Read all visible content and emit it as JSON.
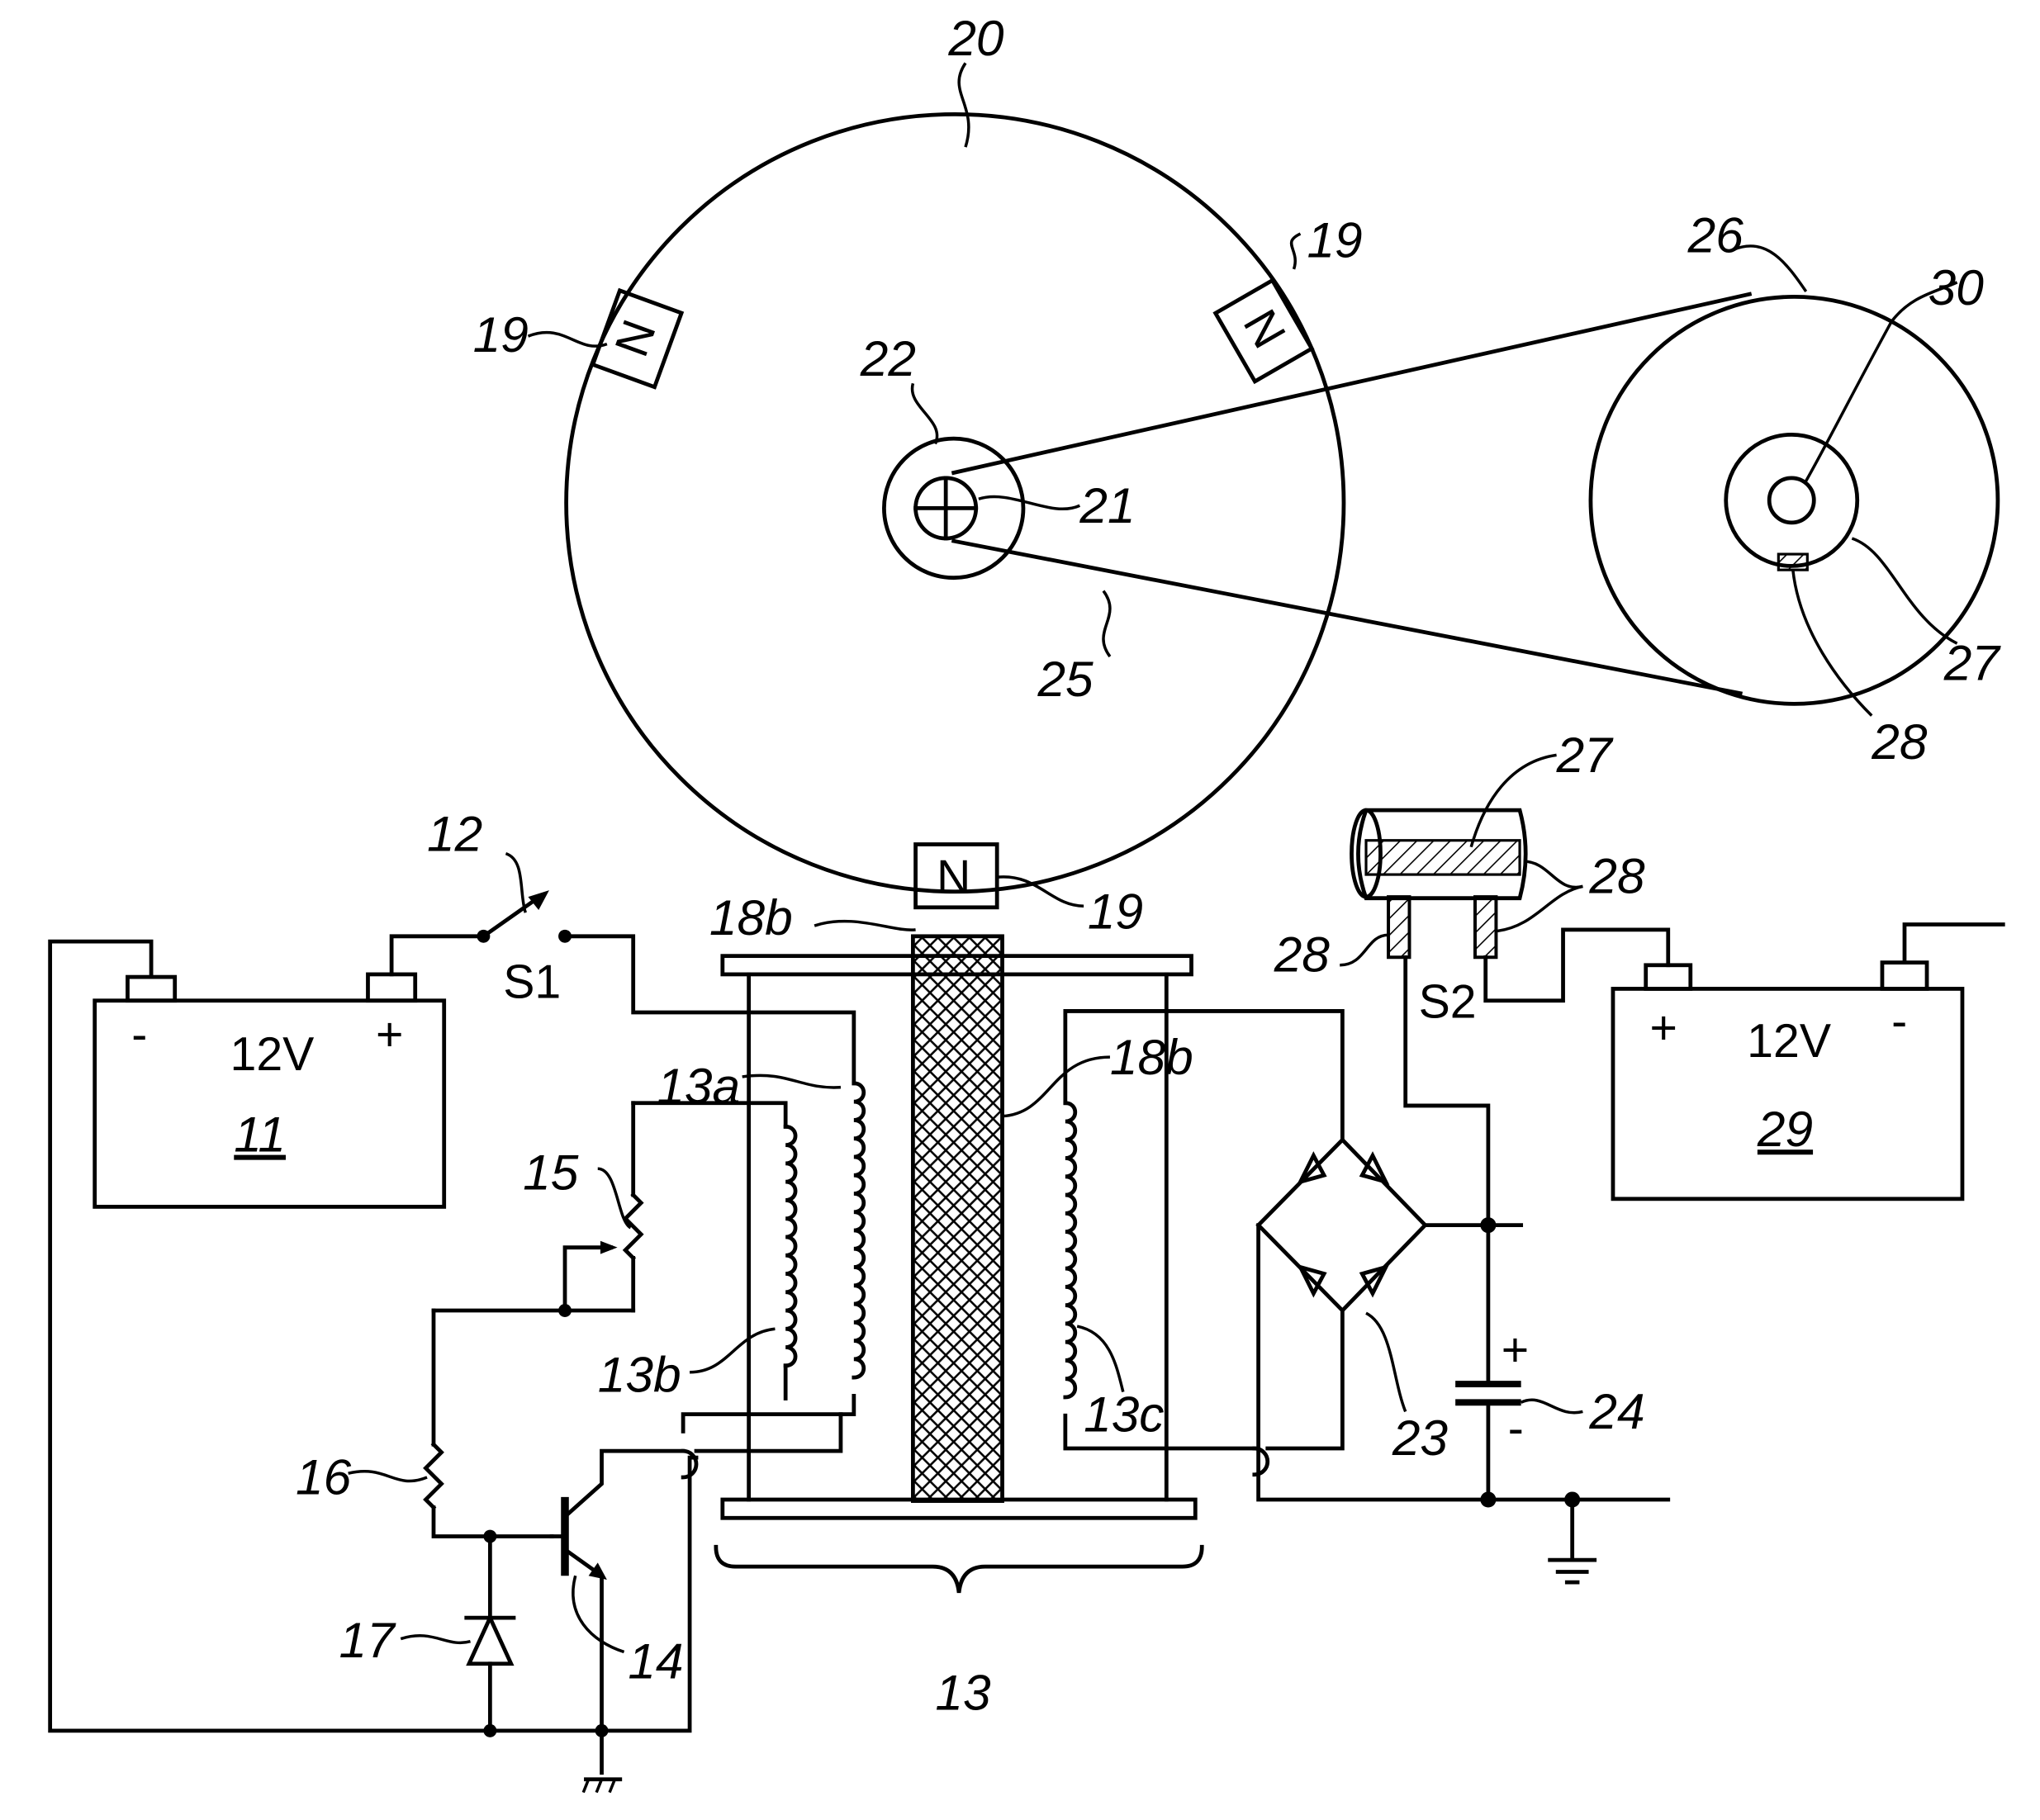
{
  "figure": {
    "type": "patent circuit schematic",
    "components": {
      "battery_11": {
        "voltage": "12V",
        "ref": "11",
        "neg": "-",
        "pos": "+"
      },
      "battery_29": {
        "voltage": "12V",
        "ref": "29",
        "neg": "-",
        "pos": "+"
      },
      "switch_s1": "S1",
      "switch_s2": "S2",
      "magnet_pole": "N",
      "capacitor_pos": "+",
      "capacitor_neg": "-"
    },
    "labels": {
      "l20": "20",
      "l19a": "19",
      "l19b": "19",
      "l19c": "19",
      "l22": "22",
      "l21": "21",
      "l25": "25",
      "l26": "26",
      "l30": "30",
      "l27a": "27",
      "l28a": "28",
      "l27b": "27",
      "l28b": "28",
      "l28c": "28",
      "l12": "12",
      "l18b1": "18b",
      "l18b2": "18b",
      "l13a": "13a",
      "l13b": "13b",
      "l13c": "13c",
      "l15": "15",
      "l16": "16",
      "l17": "17",
      "l14": "14",
      "l13": "13",
      "l23": "23",
      "l24": "24"
    }
  }
}
